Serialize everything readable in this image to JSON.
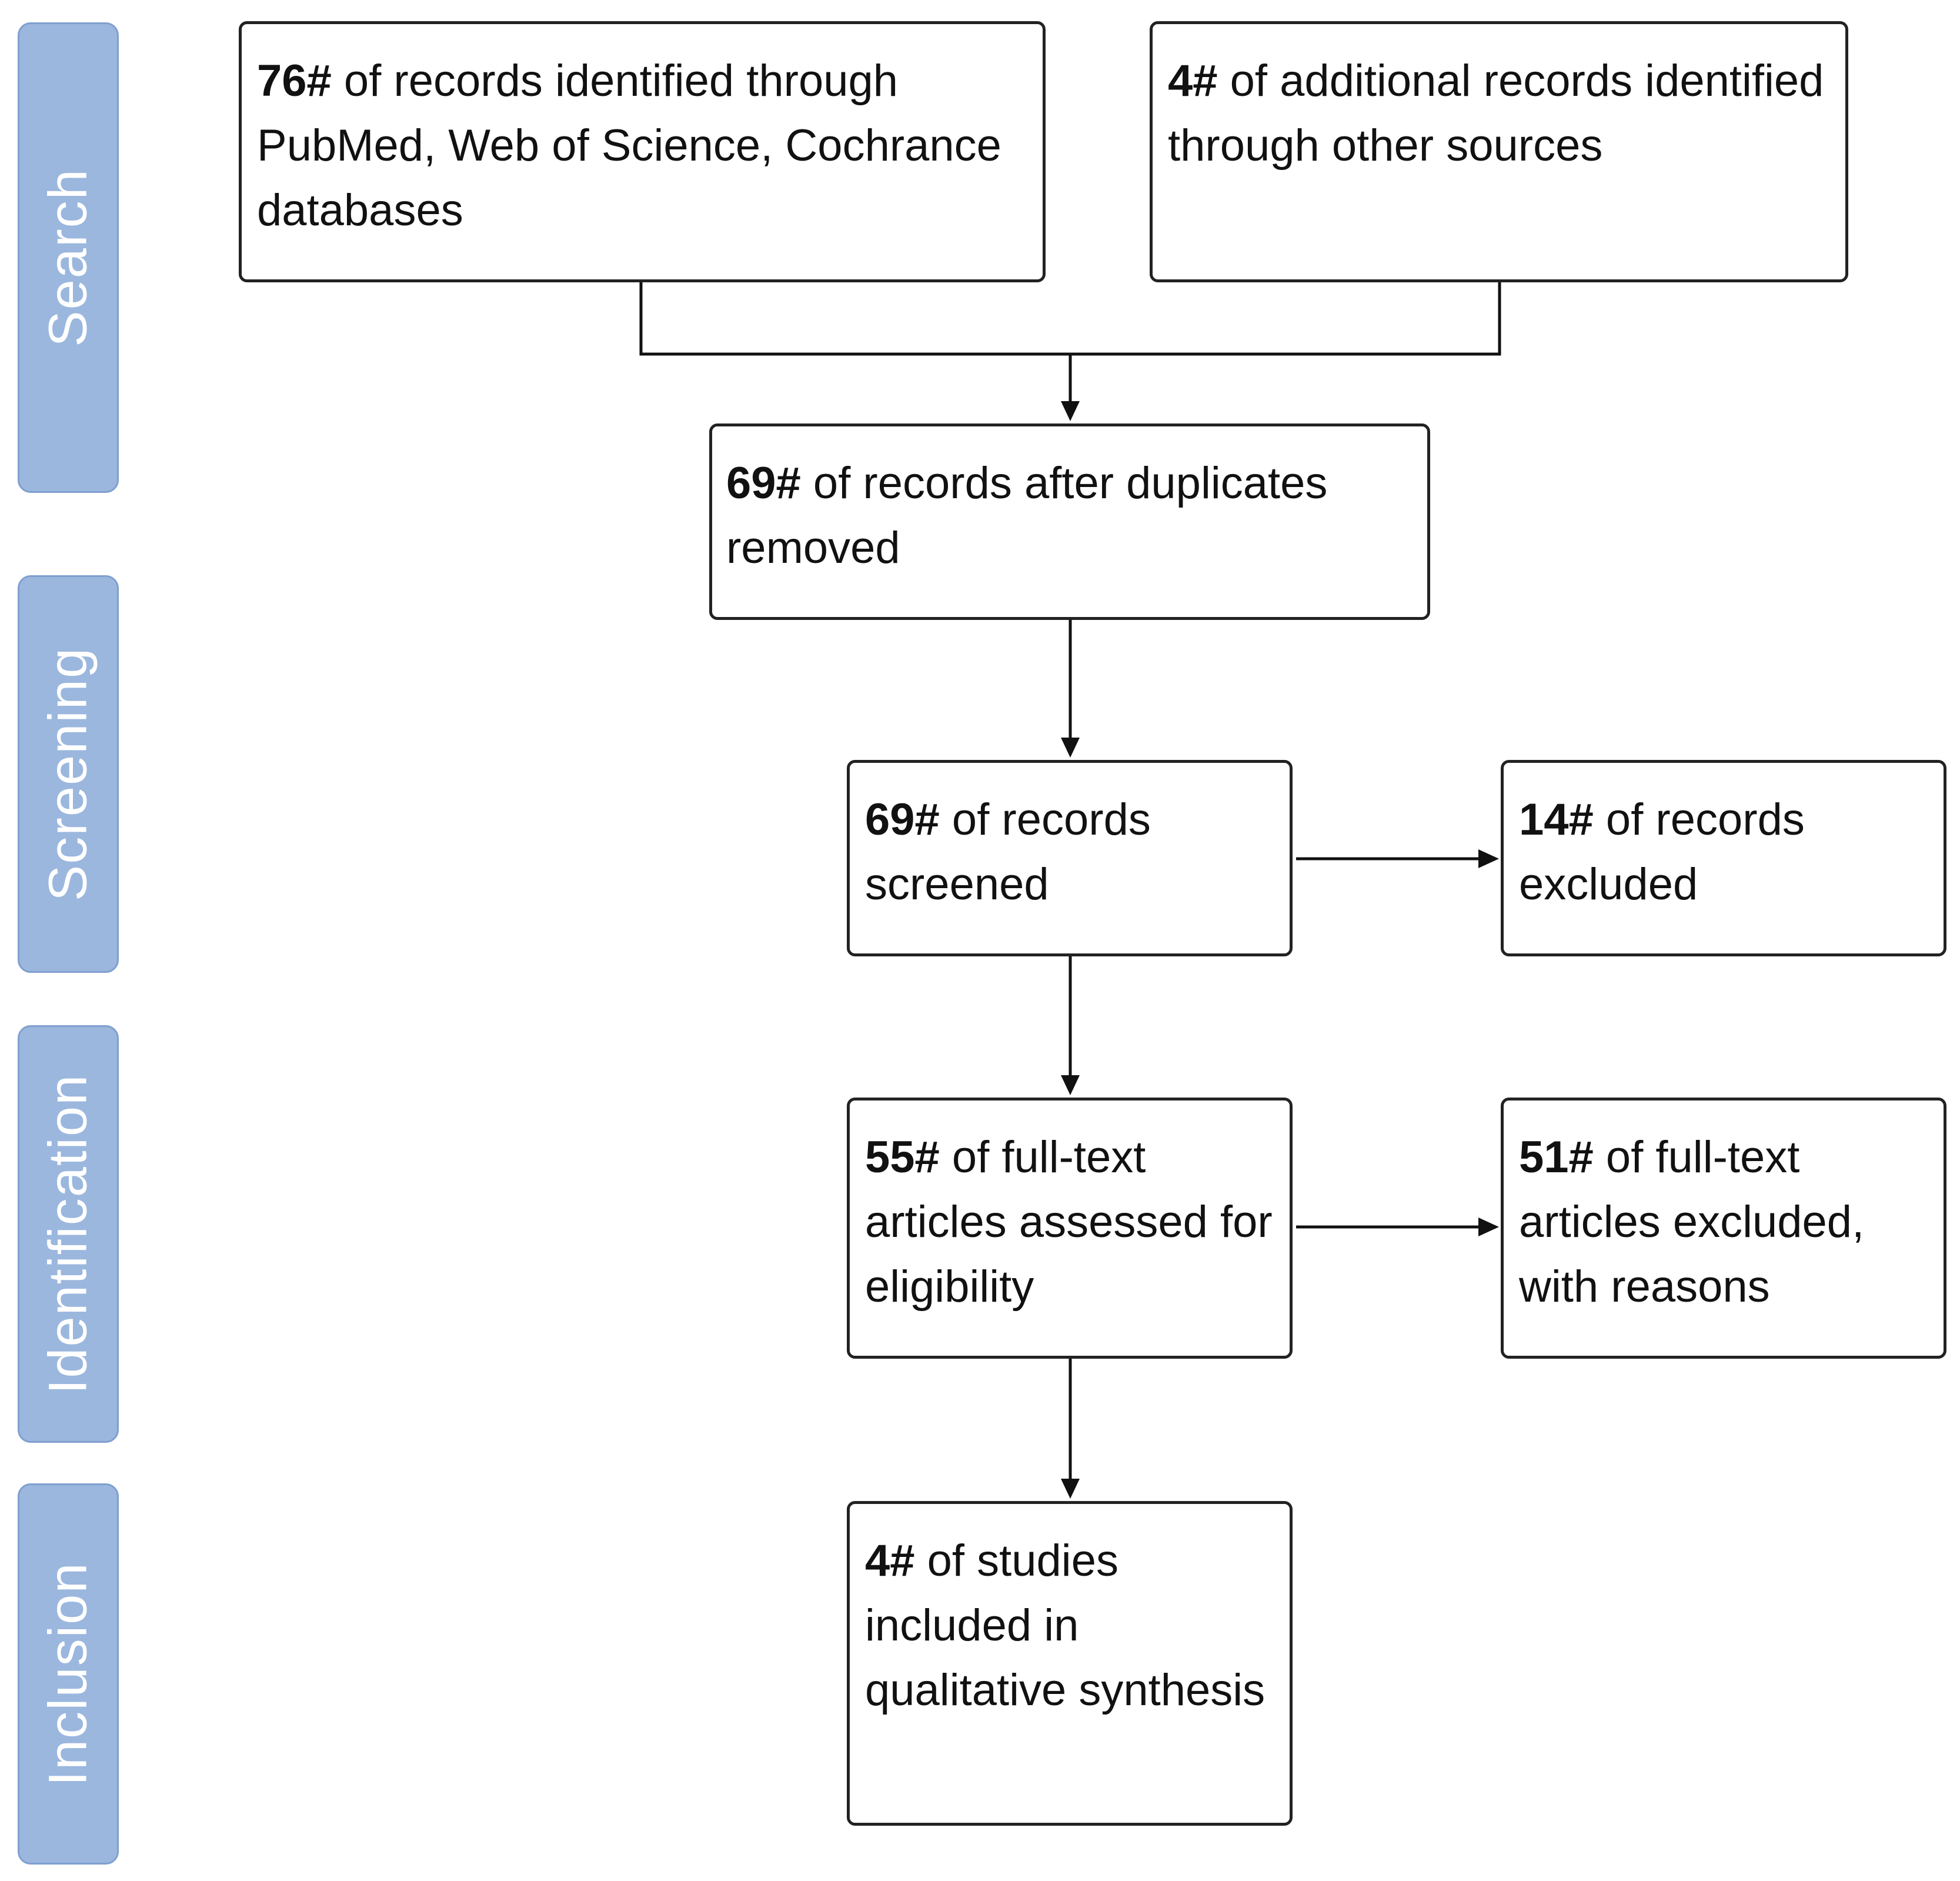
{
  "stages": {
    "search": "Search",
    "screening": "Screening",
    "identification": "Identification",
    "inclusion": "Inclusion"
  },
  "boxes": {
    "records_identified": {
      "count": "76#",
      "text": " of records identified through PubMed, Web of Science, Cochrance databases"
    },
    "additional_records": {
      "count": "4#",
      "text": " of additional records identified through other sources"
    },
    "after_duplicates": {
      "count": "69#",
      "text": " of records after duplicates removed"
    },
    "screened": {
      "count": "69#",
      "text": " of records screened"
    },
    "excluded": {
      "count": "14#",
      "text": " of records excluded"
    },
    "full_text": {
      "count": "55#",
      "text": " of full-text articles assessed for eligibility"
    },
    "full_text_excluded": {
      "count": "51#",
      "text": " of full-text articles excluded, with reasons"
    },
    "included": {
      "count": "4#",
      "text": " of studies included in qualitative synthesis"
    }
  },
  "colors": {
    "stage_fill": "#9bb7de",
    "stage_border": "#7f9fcf",
    "stage_text": "#ffffff",
    "box_border": "#222222",
    "connector": "#111111"
  }
}
